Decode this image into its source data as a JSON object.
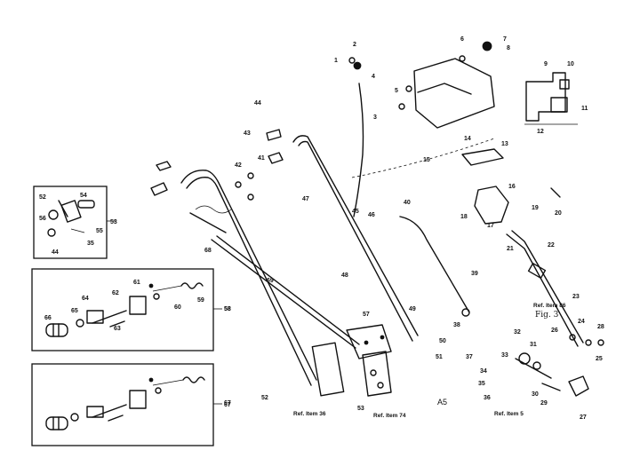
{
  "callouts": [
    "1",
    "2",
    "3",
    "4",
    "5",
    "6",
    "7",
    "8",
    "9",
    "10",
    "11",
    "12",
    "13",
    "14",
    "15",
    "16",
    "17",
    "18",
    "19",
    "20",
    "21",
    "22",
    "23",
    "24",
    "25",
    "26",
    "27",
    "28",
    "29",
    "30",
    "31",
    "32",
    "33",
    "34",
    "35",
    "36",
    "37",
    "38",
    "39",
    "40",
    "41",
    "42",
    "43",
    "44",
    "45",
    "46",
    "47",
    "48",
    "49",
    "50",
    "51",
    "52",
    "53",
    "54",
    "55",
    "56",
    "57",
    "58",
    "59",
    "60",
    "61",
    "62",
    "63",
    "64",
    "65",
    "66",
    "67",
    "68",
    "69"
  ],
  "references": {
    "item_86": "Ref. Item 86",
    "item_36": "Ref. Item 36",
    "item_74": "Ref. Item 74",
    "item_5": "Ref. Item 5"
  },
  "figure_label": "Fig. 3",
  "sheet_code": "A5"
}
